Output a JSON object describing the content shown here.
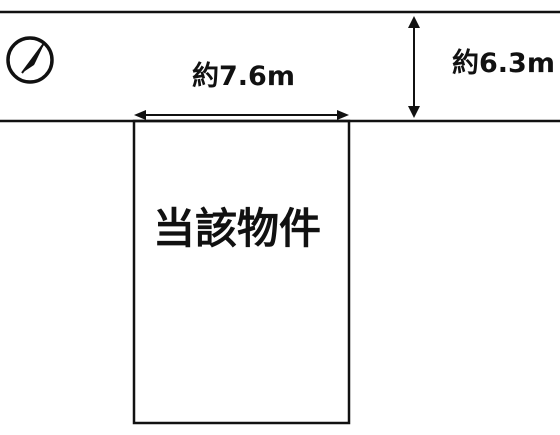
{
  "road": {
    "width_label": "約6.3m"
  },
  "property": {
    "frontage_label": "約7.6m",
    "name": "当該物件"
  },
  "compass": {
    "icon": "north-arrow-icon"
  },
  "colors": {
    "line": "#111111",
    "background": "#ffffff"
  }
}
